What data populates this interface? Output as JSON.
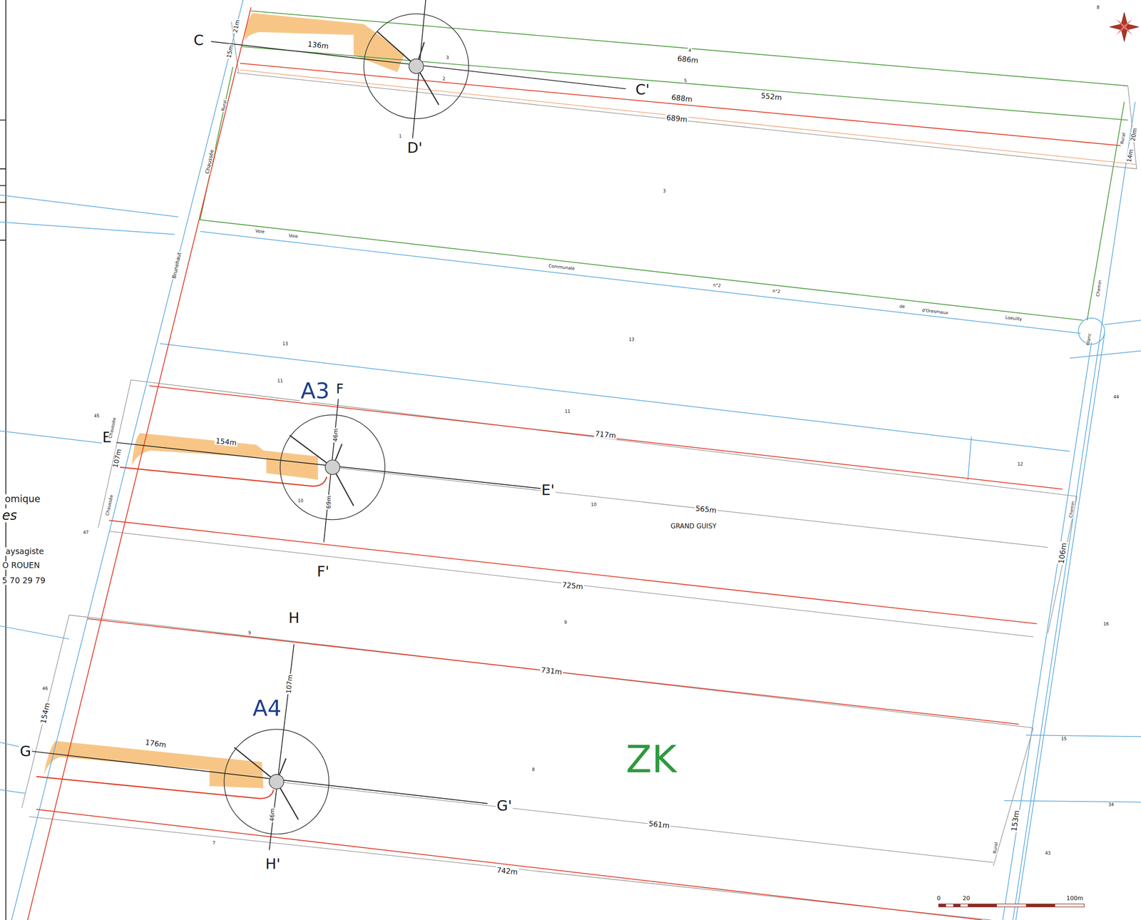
{
  "diagram": {
    "labels": [
      "C",
      "21m",
      "15m",
      "136m",
      "686m",
      "C'",
      "688m",
      "552m",
      "689m",
      "D'",
      "Rural",
      "20m",
      "14m",
      "Rural",
      "Chaussée",
      "Brunehaut",
      "Voie",
      "Voie",
      "Communale",
      "n°2",
      "n°2",
      "de",
      "d'Oresmaux",
      "Loeuilly",
      "Chemin",
      "Blanc",
      "A3",
      "F",
      "E",
      "154m",
      "107m",
      "Chaussée",
      "46m",
      "717m",
      "E'",
      "69m",
      "Chaussée",
      "565m",
      "GRAND GUISY",
      "Chemin",
      "106m",
      "F'",
      "725m",
      "H",
      "731m",
      "107m",
      "A4",
      "154m",
      "G",
      "176m",
      "ZK",
      "G'",
      "561m",
      "46m",
      "153m",
      "Rural",
      "H'",
      "742m",
      "0",
      "20",
      "100m",
      "omique",
      "es",
      "aysagiste",
      "O ROUEN",
      "5 70 29 79",
      "13",
      "13",
      "11",
      "11",
      "12",
      "10",
      "10",
      "9",
      "9",
      "8",
      "7",
      "4",
      "5",
      "3",
      "2",
      "1",
      "44",
      "15",
      "34",
      "43",
      "16",
      "46",
      "47",
      "45",
      "3",
      "8"
    ]
  }
}
